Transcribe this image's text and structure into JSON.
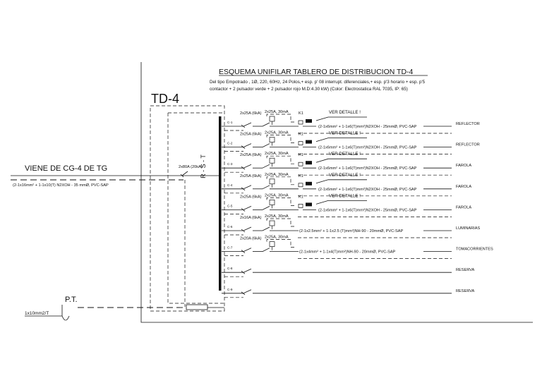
{
  "title": "ESQUEMA UNIFILAR  TABLERO DE DISTRIBUCION TD-4",
  "desc_line1": "Del tipo Empotrado , 1Ø, 220, 60Hz, 24 Polos,+ esp. p' 08 interrupt. diferenciales,+  esp. p'3 horario + esp. p'5",
  "desc_line2": "contactor + 2 pulsador verde + 2 pulsador rojo     M.D:4.30 kW) (Color: Electrostatica RAL 7035, IP: 65)",
  "board_label": "TD-4",
  "bus_label": "R - S - T",
  "feeder": {
    "label": "VIENE DE CG-4 DE TG",
    "cable": "(2-1x16mm² + 1-1x10(T)  N2XOH - 35 mmØ, PVC-SAP",
    "main_breaker": "2x80A (20kA)"
  },
  "ground": {
    "label": "P.T.",
    "cable": "1x10mm2/T"
  },
  "circuits": [
    {
      "id": "C-1",
      "breaker": "2x25A (6kA)",
      "diff": "2x25A, 30mA",
      "contactor": "K1",
      "detail": "VER DETALLE !",
      "cable": "(2-1x6mm² + 1-1x6(T)mm²)N2XOH   - 25mmØ, PVC-SAP",
      "load": "REFLECTOR"
    },
    {
      "id": "C-2",
      "breaker": "2x25A (6kA)",
      "diff": "2x25A, 30mA",
      "contactor": "K1",
      "detail": "VER DETALLE !",
      "cable": "(2-1x6mm² + 1-1x6(T)mm²)N2XOH   - 25mmØ, PVC-SAP",
      "load": "REFLECTOR"
    },
    {
      "id": "C-3",
      "breaker": "2x25A (6kA)",
      "diff": "2x25A, 30mA",
      "contactor": "K1",
      "detail": "VER DETALLE !",
      "cable": "(2-1x6mm² + 1-1x6(T)mm²)N2XOH   - 25mmØ, PVC-SAP",
      "load": "FAROLA"
    },
    {
      "id": "C-4",
      "breaker": "2x25A (6kA)",
      "diff": "2x25A, 30mA",
      "contactor": "K1",
      "detail": "VER DETALLE !",
      "cable": "(2-1x6mm² + 1-1x6(T)mm²)N2XOH   - 25mmØ, PVC-SAP",
      "load": "FAROLA"
    },
    {
      "id": "C-5",
      "breaker": "2x25A (6kA)",
      "diff": "2x25A, 30mA",
      "contactor": "K1",
      "detail": "VER DETALLE !",
      "cable": "(2-1x6mm² + 1-1x6(T)mm²)N2XOH   - 25mmØ, PVC-SAP",
      "load": "FAROLA"
    },
    {
      "id": "C-6",
      "breaker": "2x16A (6kA)",
      "diff": "2x25A, 30mA",
      "contactor": "",
      "detail": "",
      "cable": "(2-1x2.5mm² + 1-1x2.5 (T)mm²)NH-90   - 20mmØ, PVC-SAP",
      "load": "LUMINARIAS"
    },
    {
      "id": "C-7",
      "breaker": "2x20A (6kA)",
      "diff": "2x25A, 30mA",
      "contactor": "",
      "detail": "",
      "cable": "(2-1x4mm² + 1-1x4(T)mm²)NH-90   - 20mmØ, PVC-SAP",
      "load": "TOMACORRIENTES"
    },
    {
      "id": "C-8",
      "breaker": "",
      "diff": "",
      "contactor": "",
      "detail": "",
      "cable": "",
      "load": "RESERVA"
    },
    {
      "id": "C-9",
      "breaker": "",
      "diff": "",
      "contactor": "",
      "detail": "",
      "cable": "",
      "load": "RESERVA"
    }
  ]
}
